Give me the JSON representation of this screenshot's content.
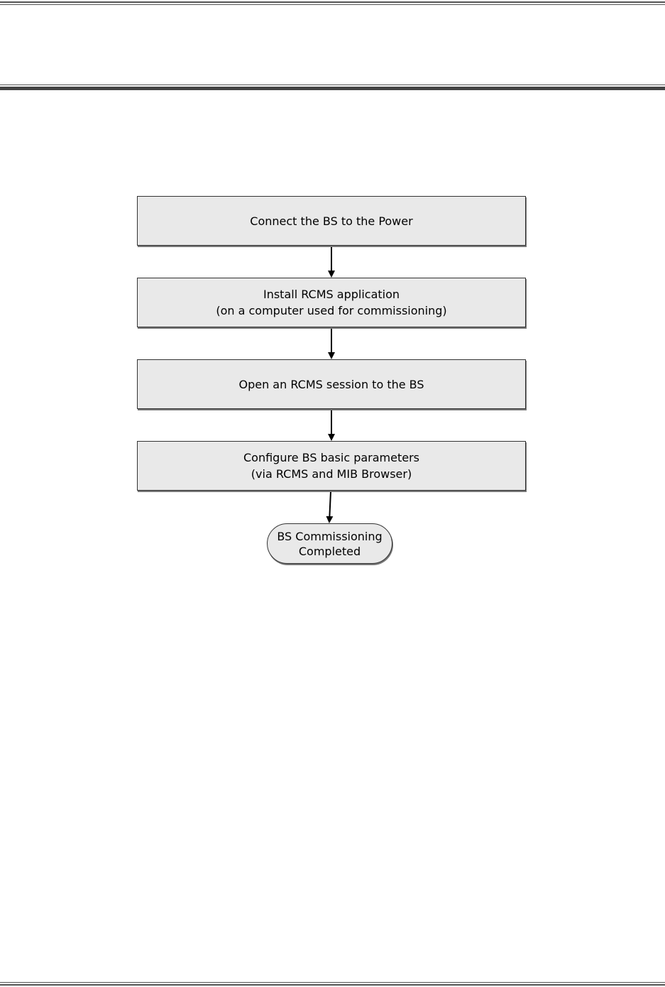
{
  "diagram": {
    "type": "flowchart",
    "steps": [
      {
        "lines": [
          "Connect the BS to the Power"
        ]
      },
      {
        "lines": [
          "Install RCMS application",
          "(on a computer used for commissioning)"
        ]
      },
      {
        "lines": [
          "Open an RCMS session to the BS"
        ]
      },
      {
        "lines": [
          "Configure BS basic parameters",
          "(via RCMS and MIB Browser)"
        ]
      }
    ],
    "terminator": {
      "lines": [
        "BS Commissioning",
        "Completed"
      ]
    },
    "colors": {
      "box_fill": "#e9e9e9",
      "border": "#333333",
      "arrow": "#000000",
      "rule": "#555555"
    }
  }
}
